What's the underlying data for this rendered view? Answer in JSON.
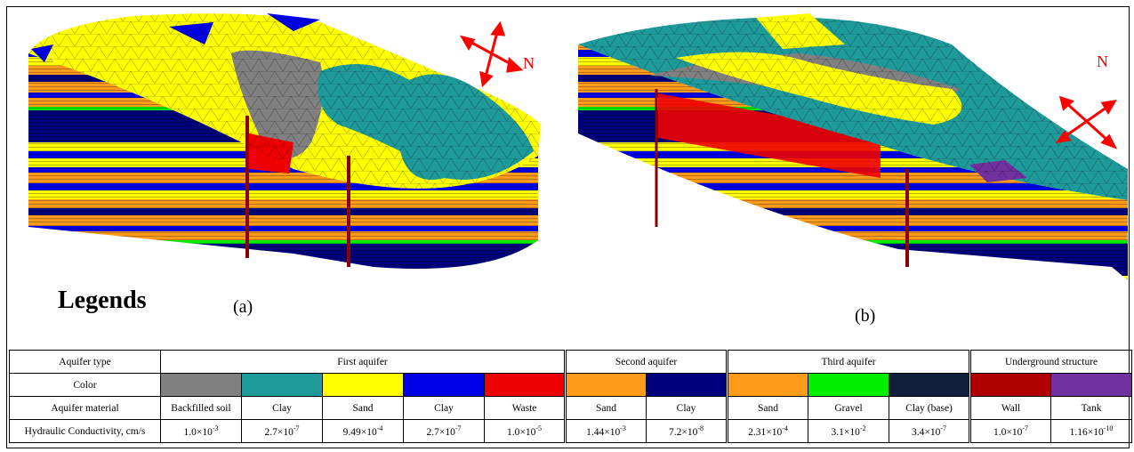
{
  "figure": {
    "legends_title": "Legends",
    "panel_a_label": "(a)",
    "panel_b_label": "(b)",
    "north_label": "N"
  },
  "legend_table": {
    "row_labels": {
      "aquifer_type": "Aquifer type",
      "color": "Color",
      "material": "Aquifer material",
      "conductivity": "Hydraulic Conductivity, cm/s"
    },
    "groups": [
      {
        "name": "First aquifer",
        "span": 5
      },
      {
        "name": "Second aquifer",
        "span": 2
      },
      {
        "name": "Third aquifer",
        "span": 3
      },
      {
        "name": "Underground structure",
        "span": 2
      }
    ],
    "materials": [
      {
        "name": "Backfilled soil",
        "color": "#808080",
        "mantissa": "1.0×10",
        "exp": "-3"
      },
      {
        "name": "Clay",
        "color": "#1f9a9a",
        "mantissa": "2.7×10",
        "exp": "-7"
      },
      {
        "name": "Sand",
        "color": "#ffff00",
        "mantissa": "9.49×10",
        "exp": "-4"
      },
      {
        "name": "Clay",
        "color": "#0000e6",
        "mantissa": "2.7×10",
        "exp": "-7"
      },
      {
        "name": "Waste",
        "color": "#ee0000",
        "mantissa": "1.0×10",
        "exp": "-5"
      },
      {
        "name": "Sand",
        "color": "#ff9a1a",
        "mantissa": "1.44×10",
        "exp": "-3"
      },
      {
        "name": "Clay",
        "color": "#00007d",
        "mantissa": "7.2×10",
        "exp": "-8"
      },
      {
        "name": "Sand",
        "color": "#ff9a1a",
        "mantissa": "2.31×10",
        "exp": "-4"
      },
      {
        "name": "Gravel",
        "color": "#00ee00",
        "mantissa": "3.1×10",
        "exp": "-2"
      },
      {
        "name": "Clay (base)",
        "color": "#0f1f3c",
        "mantissa": "3.4×10",
        "exp": "-7"
      },
      {
        "name": "Wall",
        "color": "#b00000",
        "mantissa": "1.0×10",
        "exp": "-7"
      },
      {
        "name": "Tank",
        "color": "#7030a0",
        "mantissa": "1.16×10",
        "exp": "-10"
      }
    ]
  }
}
